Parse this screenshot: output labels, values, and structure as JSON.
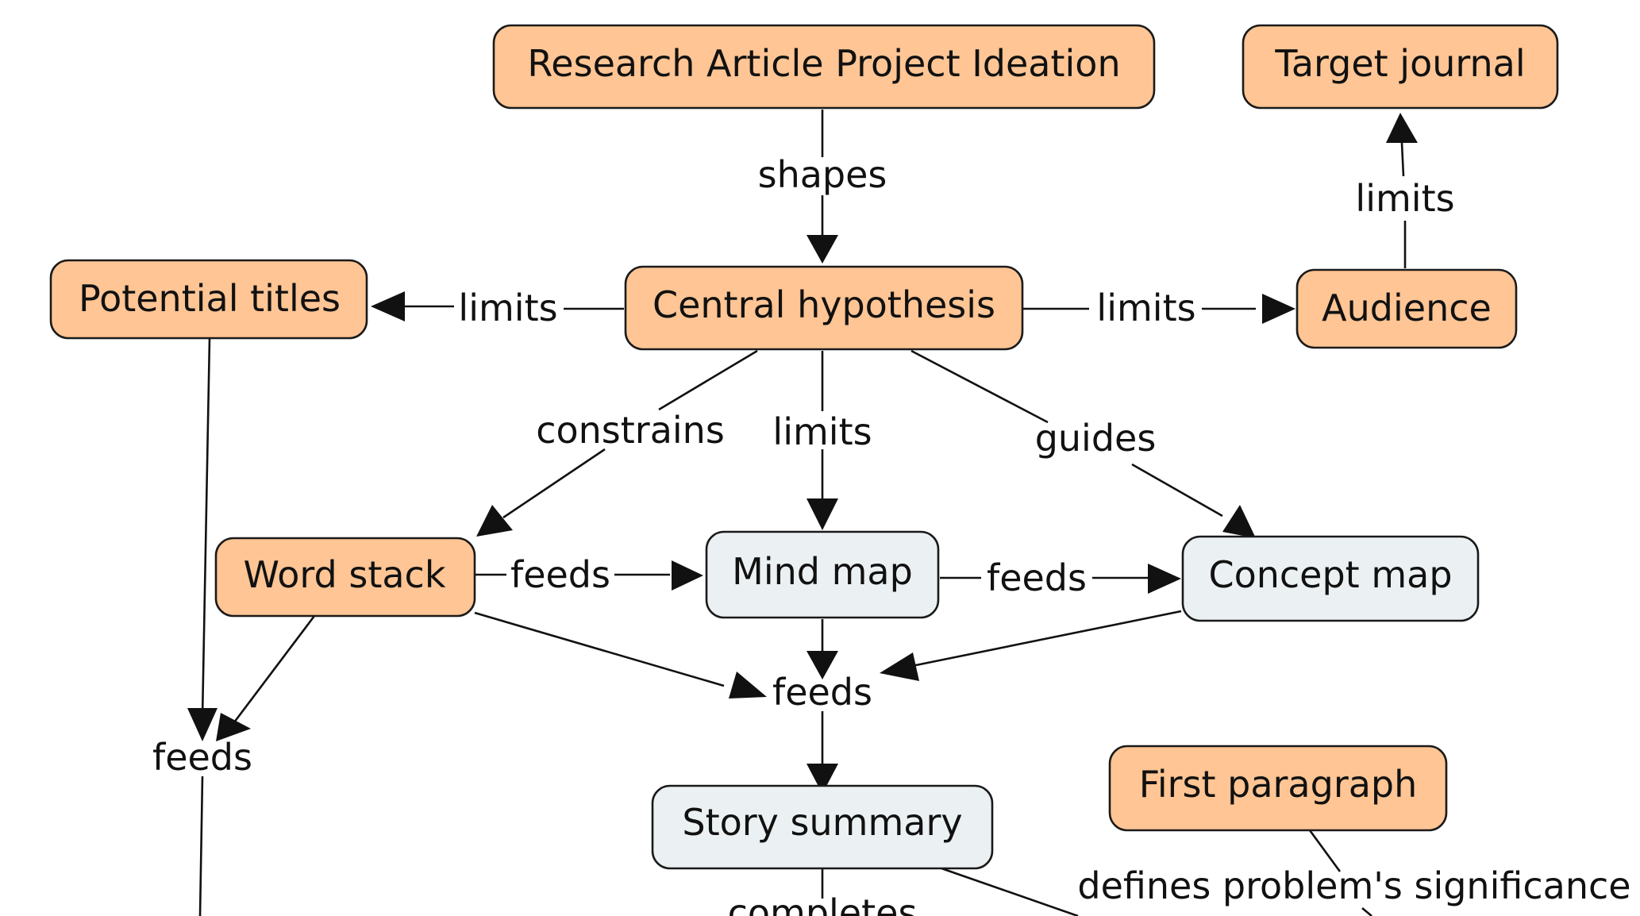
{
  "concept_map": {
    "nodes": {
      "research_article": "Research Article Project Ideation",
      "target_journal": "Target journal",
      "potential_titles": "Potential titles",
      "central_hypothesis": "Central hypothesis",
      "audience": "Audience",
      "word_stack": "Word stack",
      "mind_map": "Mind map",
      "concept_map": "Concept map",
      "story_summary": "Story summary",
      "first_paragraph": "First paragraph"
    },
    "link_labels": {
      "shapes": "shapes",
      "limits_journal": "limits",
      "limits_titles": "limits",
      "limits_audience": "limits",
      "constrains": "constrains",
      "limits_mind_map": "limits",
      "guides": "guides",
      "feeds_mind_map": "feeds",
      "feeds_concept_map": "feeds",
      "feeds_story": "feeds",
      "feeds_left": "feeds",
      "completes": "completes",
      "defines_significance": "defines problem's significance"
    },
    "connections": [
      [
        "Research Article Project Ideation",
        "shapes",
        "Central hypothesis"
      ],
      [
        "Audience",
        "limits",
        "Target journal"
      ],
      [
        "Central hypothesis",
        "limits",
        "Potential titles"
      ],
      [
        "Central hypothesis",
        "limits",
        "Audience"
      ],
      [
        "Central hypothesis",
        "constrains",
        "Word stack"
      ],
      [
        "Central hypothesis",
        "limits",
        "Mind map"
      ],
      [
        "Central hypothesis",
        "guides",
        "Concept map"
      ],
      [
        "Word stack",
        "feeds",
        "Mind map"
      ],
      [
        "Mind map",
        "feeds",
        "Concept map"
      ],
      [
        "Word stack",
        "feeds",
        "Story summary"
      ],
      [
        "Mind map",
        "feeds",
        "Story summary"
      ],
      [
        "Concept map",
        "feeds",
        "Story summary"
      ],
      [
        "Potential titles",
        "feeds",
        ""
      ],
      [
        "Word stack",
        "feeds",
        ""
      ],
      [
        "Story summary",
        "completes",
        ""
      ],
      [
        "First paragraph",
        "defines problem's significance",
        ""
      ]
    ],
    "colors": {
      "orange_node": "#ffc594",
      "grey_node": "#ebf1f2",
      "stroke": "#1a1a1a"
    }
  }
}
